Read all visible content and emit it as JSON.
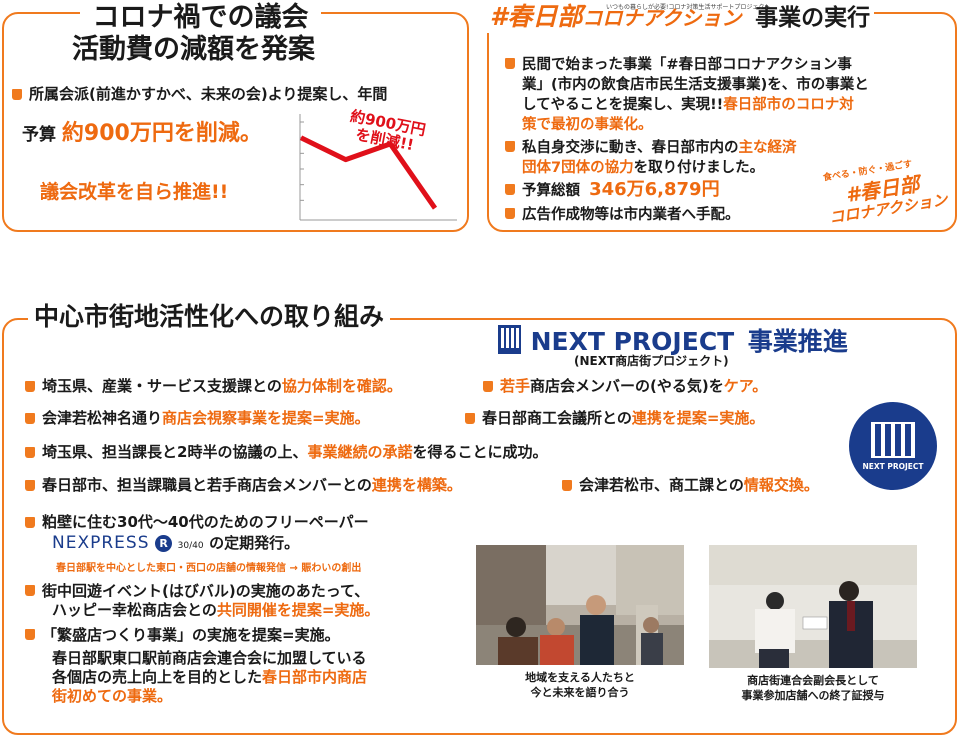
{
  "colors": {
    "accent": "#f07a1e",
    "orange_text": "#ee6a10",
    "navy": "#1a3c8c",
    "red": "#e0101a"
  },
  "panel_a": {
    "title_line1": "コロナ禍での議会",
    "title_line2": "活動費の減額を発案",
    "bullet1": "所属会派(前進かすかべ、未来の会)より提案し、年間",
    "budget_prefix": "予算",
    "budget_value": "約900万円を削減。",
    "reform": "議会改革を自ら推進!!",
    "chart_label_line1": "約900万円",
    "chart_label_line2": "を削減!!",
    "chart_data": {
      "type": "line",
      "series": [
        {
          "values": [
            5,
            3.6,
            4.6,
            0.5
          ]
        }
      ],
      "xlabel": "",
      "ylabel": ""
    }
  },
  "panel_b": {
    "hashtag": "#春日部",
    "action": "コロナアクション",
    "title_suffix": "事業の実行",
    "tiny_caption": "いつもの暮らしが必要!コロナ対策生活サポートプロジェクト",
    "b1_l1": "民間で始まった事業「#春日部コロナアクション事",
    "b1_l2": "業」(市内の飲食店市民生活支援事業)を、市の事業と",
    "b1_l3": "してやることを提案し、実現!!",
    "b1_l3_hl": "春日部市のコロナ対",
    "b1_l4_hl": "策で最初の事業化。",
    "b2_l1a": "私自身交渉に動き、春日部市内の",
    "b2_l1b": "主な経済",
    "b2_l2a": "団体7団体の協力",
    "b2_l2b": "を取り付けました。",
    "b3_label": "予算総額",
    "b3_value": "346万6,879円",
    "b4": "広告作成物等は市内業者へ手配。",
    "badge_top": "食べる・防ぐ・過ごす",
    "badge_mid": "#春日部",
    "badge_bot": "コロナアクション"
  },
  "panel_c": {
    "title": "中心市街地活性化への取り組み",
    "next_title": "NEXT PROJECT",
    "next_suffix": "事業推進",
    "next_sub": "(NEXT商店街プロジェクト)",
    "logo_text": "NEXT PROJECT",
    "r1a": "埼玉県、産業・サービス支援課との",
    "r1a_hl": "協力体制を確認。",
    "r1b_hl": "若手",
    "r1b": "商店会メンバーの(やる気)を",
    "r1b_hl2": "ケア。",
    "r2a": "会津若松神名通り",
    "r2a_hl": "商店会視察事業を提案=実施。",
    "r2b": "春日部商工会議所との",
    "r2b_hl": "連携を提案=実施。",
    "r3": "埼玉県、担当課長と2時半の協議の上、",
    "r3_hl": "事業継続の承諾",
    "r3_end": "を得ることに成功。",
    "r4a": "春日部市、担当課職員と若手商店会メンバーとの",
    "r4a_hl": "連携を構築。",
    "r4b": "会津若松市、商工課との",
    "r4b_hl": "情報交換。",
    "r5": "粕壁に住む30代〜40代のためのフリーペーパー",
    "nexpress": "NEXPRESS",
    "nexpress_r": "R",
    "nexpress_sub": "30/40",
    "nexpress_end": "の定期発行。",
    "nexpress_note": "春日部駅を中心とした東口・西口の店舗の情報発信 → 賑わいの創出",
    "r6_l1": "街中回遊イベント(はびバル)の実施のあたって、",
    "r6_l2": "ハッピー幸松商店会との",
    "r6_l2_hl": "共同開催を提案=実施。",
    "r7": "「繁盛店つくり事業」の実施を提案=実施。",
    "r7_l2": "春日部駅東口駅前商店会連合会に加盟している",
    "r7_l3": "各個店の売上向上を目的とした",
    "r7_l3_hl": "春日部市内商店",
    "r7_l4_hl": "街初めての事業。",
    "photo1_cap_l1": "地域を支える人たちと",
    "photo1_cap_l2": "今と未来を語り合う",
    "photo2_cap_l1": "商店街連合会副会長として",
    "photo2_cap_l2": "事業参加店舗への終了証授与"
  }
}
